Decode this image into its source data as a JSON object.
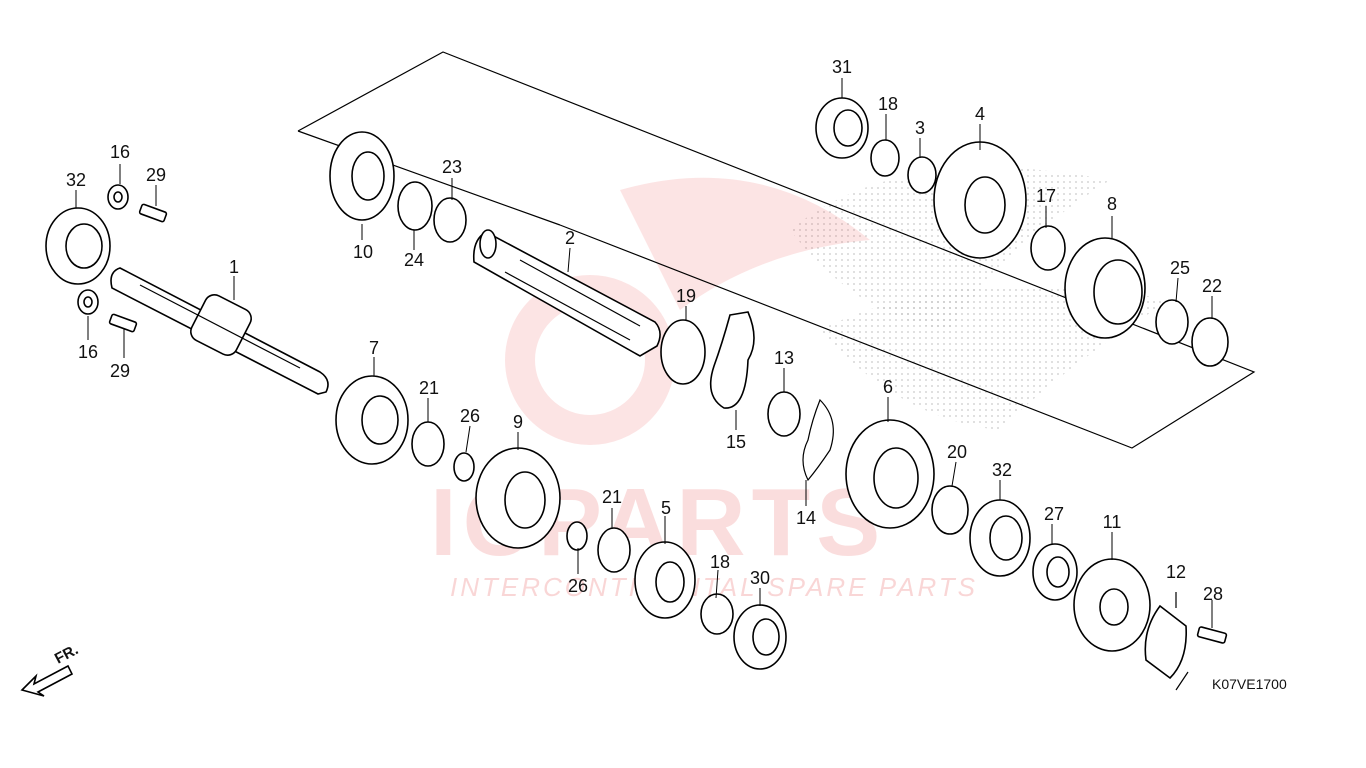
{
  "watermark": {
    "brand": "ICPARTS",
    "tagline": "INTERCONTINENTAL SPARE PARTS"
  },
  "diagram_code": "K07VE1700",
  "direction_label": "FR.",
  "callouts": {
    "c1": "1",
    "c2": "2",
    "c3": "3",
    "c4": "4",
    "c5": "5",
    "c6": "6",
    "c7": "7",
    "c8": "8",
    "c9": "9",
    "c10": "10",
    "c11": "11",
    "c12": "12",
    "c13": "13",
    "c14": "14",
    "c15": "15",
    "c16a": "16",
    "c16b": "16",
    "c17": "17",
    "c18a": "18",
    "c18b": "18",
    "c19": "19",
    "c20": "20",
    "c21a": "21",
    "c21b": "21",
    "c22": "22",
    "c23": "23",
    "c24": "24",
    "c25": "25",
    "c26a": "26",
    "c26b": "26",
    "c27": "27",
    "c28": "28",
    "c29a": "29",
    "c29b": "29",
    "c30": "30",
    "c31": "31",
    "c32a": "32",
    "c32b": "32"
  }
}
